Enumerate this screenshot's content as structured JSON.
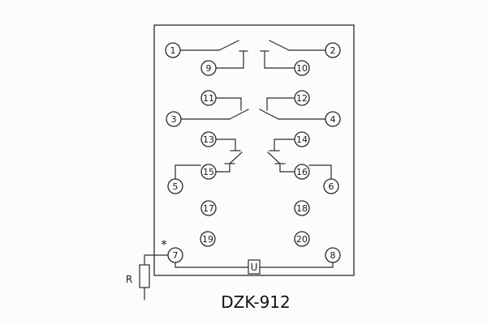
{
  "diagram": {
    "title": "DZK-912",
    "labels": {
      "resistor": "R",
      "component_u": "U",
      "polarity_mark": "*"
    },
    "terminals": {
      "t1": "1",
      "t2": "2",
      "t3": "3",
      "t4": "4",
      "t5": "5",
      "t6": "6",
      "t7": "7",
      "t8": "8",
      "t9": "9",
      "t10": "10",
      "t11": "11",
      "t12": "12",
      "t13": "13",
      "t14": "14",
      "t15": "15",
      "t16": "16",
      "t17": "17",
      "t18": "18",
      "t19": "19",
      "t20": "20"
    }
  },
  "colors": {
    "stroke": "#2b2b2b",
    "background": "#fcfcfc"
  }
}
